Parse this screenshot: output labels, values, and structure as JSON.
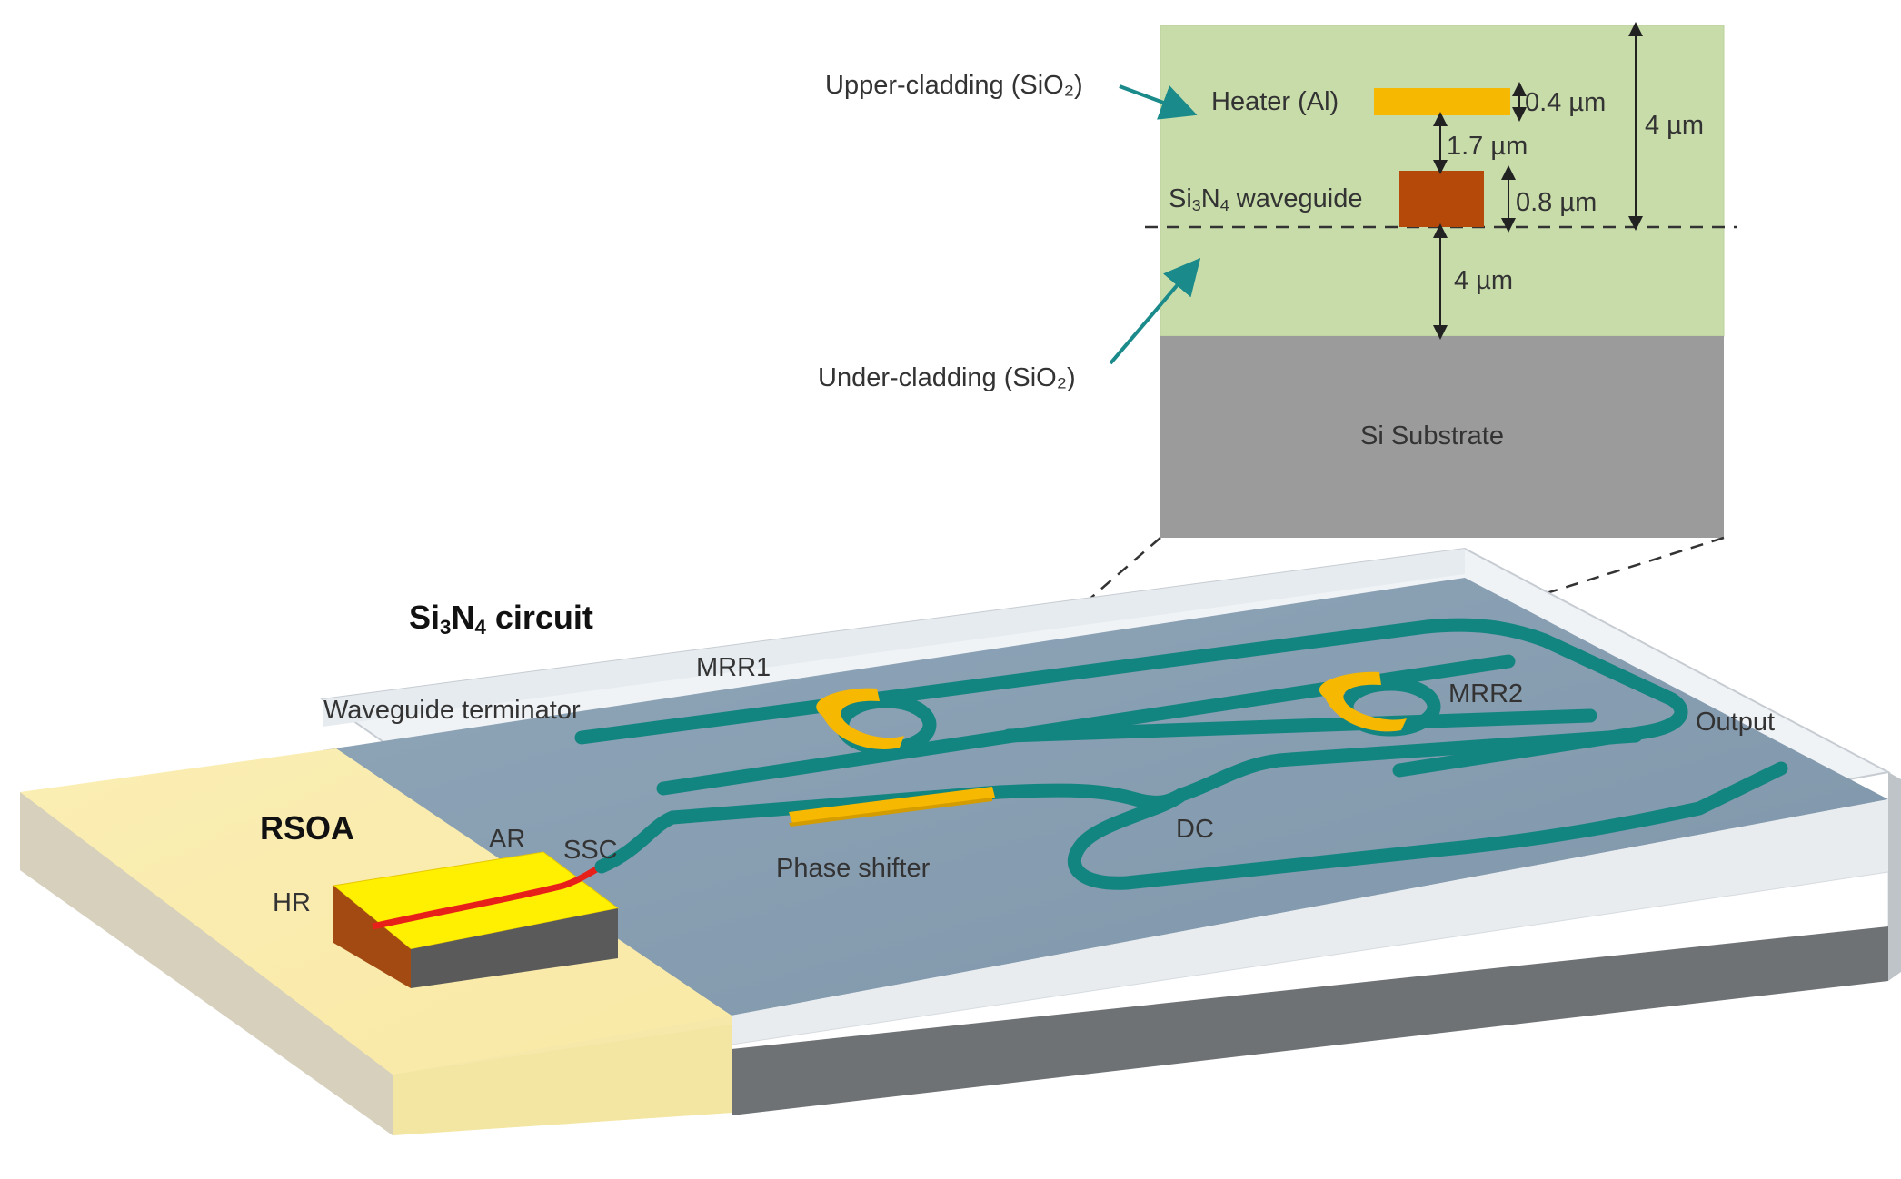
{
  "cross_section": {
    "upper_cladding": "Upper-cladding (SiO₂)",
    "heater": "Heater (Al)",
    "heater_thickness": "0.4 µm",
    "gap": "1.7 µm",
    "waveguide_pre": "Si",
    "waveguide_sub1": "3",
    "waveguide_mid": "N",
    "waveguide_sub2": "4",
    "waveguide_post": " waveguide",
    "waveguide_thickness": "0.8 µm",
    "upper_total": "4 µm",
    "lower_total": "4 µm",
    "under_cladding": "Under-cladding (SiO₂)",
    "substrate": "Si Substrate"
  },
  "circuit": {
    "title_pre": "Si",
    "title_sub1": "3",
    "title_mid": "N",
    "title_sub2": "4",
    "title_post": " circuit",
    "mrr1": "MRR1",
    "mrr2": "MRR2",
    "terminator": "Waveguide terminator",
    "output": "Output",
    "dc": "DC",
    "phase_shifter": "Phase shifter",
    "ssc": "SSC"
  },
  "rsoa": {
    "title": "RSOA",
    "ar": "AR",
    "hr": "HR"
  },
  "colors": {
    "cladding": "#c8dcaa",
    "substrate": "#9b9b9b",
    "waveguide_core": "#b5490a",
    "heater": "#f6b800",
    "chip_top": "#8a9fb2",
    "waveguide": "#138580",
    "rsoa_base": "#fbeeb1",
    "arrow": "#1a8a8a",
    "gain_stripe": "#e8201a"
  }
}
